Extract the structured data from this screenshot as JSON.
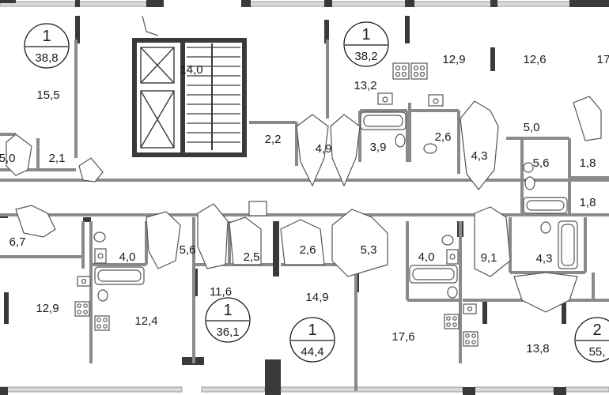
{
  "colors": {
    "wall": "#3a3a3a",
    "thin_wall": "#8a8a8a",
    "window": "#9a9a9a",
    "background": "#ffffff"
  },
  "icons": [
    "stair-icon",
    "elevator-icon",
    "bathtub-icon",
    "sink-icon",
    "toilet-icon",
    "stove-icon",
    "door-swing-icon"
  ],
  "apartments": [
    {
      "rooms": "1",
      "area": "38,8"
    },
    {
      "rooms": "1",
      "area": "38,2"
    },
    {
      "rooms": "1",
      "area": "36,1"
    },
    {
      "rooms": "1",
      "area": "44,4"
    },
    {
      "rooms": "2",
      "area": "55,"
    }
  ],
  "room_areas": [
    "15,5",
    "5,0",
    "2,1",
    "14,0",
    "2,2",
    "4,9",
    "13,2",
    "3,9",
    "2,6",
    "12,9",
    "12,6",
    "17",
    "5,0",
    "4,3",
    "5,6",
    "1,8",
    "1,8",
    "6,7",
    "4,0",
    "5,6",
    "2,5",
    "2,6",
    "5,3",
    "4,0",
    "9,1",
    "4,3",
    "12,9",
    "12,4",
    "11,6",
    "14,9",
    "17,6",
    "13,8"
  ]
}
